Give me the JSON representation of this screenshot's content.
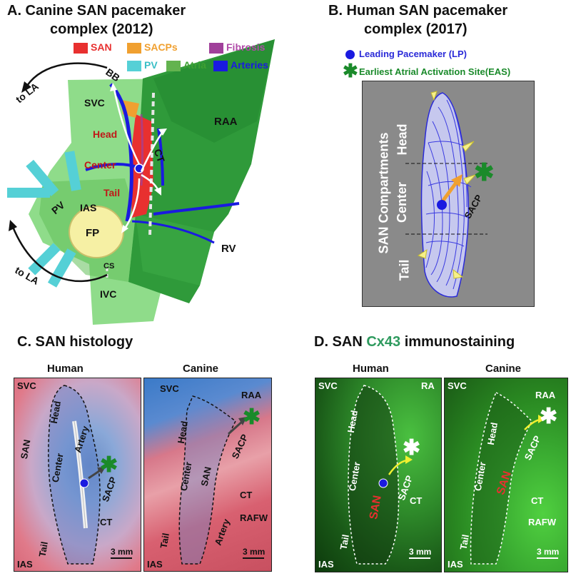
{
  "panelA": {
    "title": "A.  Canine SAN pacemaker",
    "title2": "complex (2012)",
    "legend": [
      {
        "label": "SAN",
        "color": "#e8302f"
      },
      {
        "label": "SACPs",
        "color": "#f0a030"
      },
      {
        "label": "Fibrosis",
        "color": "#a0409a"
      },
      {
        "label": "PV",
        "color": "#55d0d6"
      },
      {
        "label": "Atria",
        "color": "#63b34f"
      },
      {
        "label": "Arteries",
        "color": "#1a1ae0"
      }
    ],
    "labels": {
      "bb": "BB",
      "to_la_top": "to LA",
      "svc": "SVC",
      "head": "Head",
      "raa": "RAA",
      "ct": "CT",
      "center": "Center",
      "tail": "Tail",
      "pv": "PV",
      "ias": "IAS",
      "fp": "FP",
      "rv": "RV",
      "cs": "CS",
      "to_la_bottom": "to LA",
      "ivc": "IVC"
    }
  },
  "panelB": {
    "title": "B.  Human SAN pacemaker",
    "title2": "complex (2017)",
    "legend_lp": "Leading Pacemaker (LP)",
    "legend_eas": "Earliest Atrial Activation Site(EAS)",
    "compartments_label": "SAN Compartments",
    "head": "Head",
    "center": "Center",
    "tail": "Tail",
    "sacp": "SACP",
    "colors": {
      "lp": "#1a1ae0",
      "eas": "#1a8a2a",
      "legend_text": "#2a2ad8"
    }
  },
  "panelC": {
    "title": "C.  SAN histology",
    "human": {
      "header": "Human",
      "svc": "SVC",
      "head": "Head",
      "san": "SAN",
      "artery": "Artery",
      "center": "Center",
      "sacp": "SACP",
      "ct": "CT",
      "tail": "Tail",
      "ias": "IAS",
      "scale": "3 mm"
    },
    "canine": {
      "header": "Canine",
      "svc": "SVC",
      "raa": "RAA",
      "head": "Head",
      "sacp": "SACP",
      "center": "Center",
      "san": "SAN",
      "ct": "CT",
      "tail": "Tail",
      "artery": "Artery",
      "rafw": "RAFW",
      "ias": "IAS",
      "scale": "3 mm"
    }
  },
  "panelD": {
    "title_pre": "D.  SAN ",
    "title_cx": "Cx43",
    "title_post": " immunostaining",
    "cx_color": "#2e9a5e",
    "human": {
      "header": "Human",
      "svc": "SVC",
      "ra": "RA",
      "head": "Head",
      "center": "Center",
      "san": "SAN",
      "sacp": "SACP",
      "ct": "CT",
      "tail": "Tail",
      "ias": "IAS",
      "scale": "3 mm"
    },
    "canine": {
      "header": "Canine",
      "svc": "SVC",
      "raa": "RAA",
      "head": "Head",
      "sacp": "SACP",
      "center": "Center",
      "san": "SAN",
      "ct": "CT",
      "rafw": "RAFW",
      "tail": "Tail",
      "ias": "IAS",
      "scale": "3 mm"
    }
  }
}
